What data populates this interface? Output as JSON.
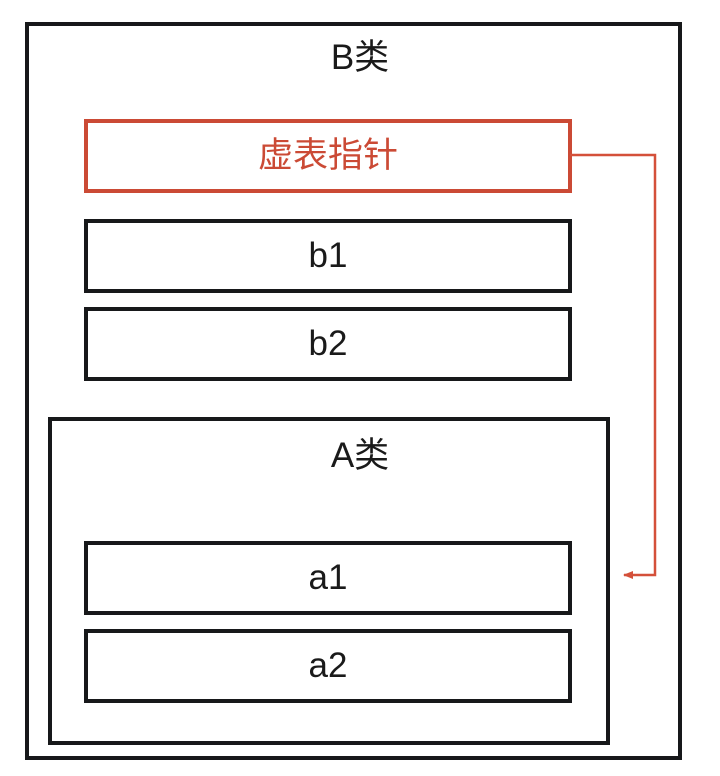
{
  "diagram": {
    "type": "class-memory-layout",
    "background_color": "#ffffff",
    "line_color": "#17181a",
    "accent_color": "#cb4a35",
    "outer_class": {
      "title": "B类",
      "slots": [
        {
          "label": "虚表指针",
          "highlighted": true
        },
        {
          "label": "b1",
          "highlighted": false
        },
        {
          "label": "b2",
          "highlighted": false
        }
      ]
    },
    "inner_class": {
      "title": "A类",
      "slots": [
        {
          "label": "a1",
          "highlighted": false
        },
        {
          "label": "a2",
          "highlighted": false
        }
      ]
    },
    "connector": {
      "from": "虚表指针",
      "to": "A类",
      "color": "#cb4a35",
      "direction": "right-down-left",
      "arrowhead": "left"
    }
  }
}
